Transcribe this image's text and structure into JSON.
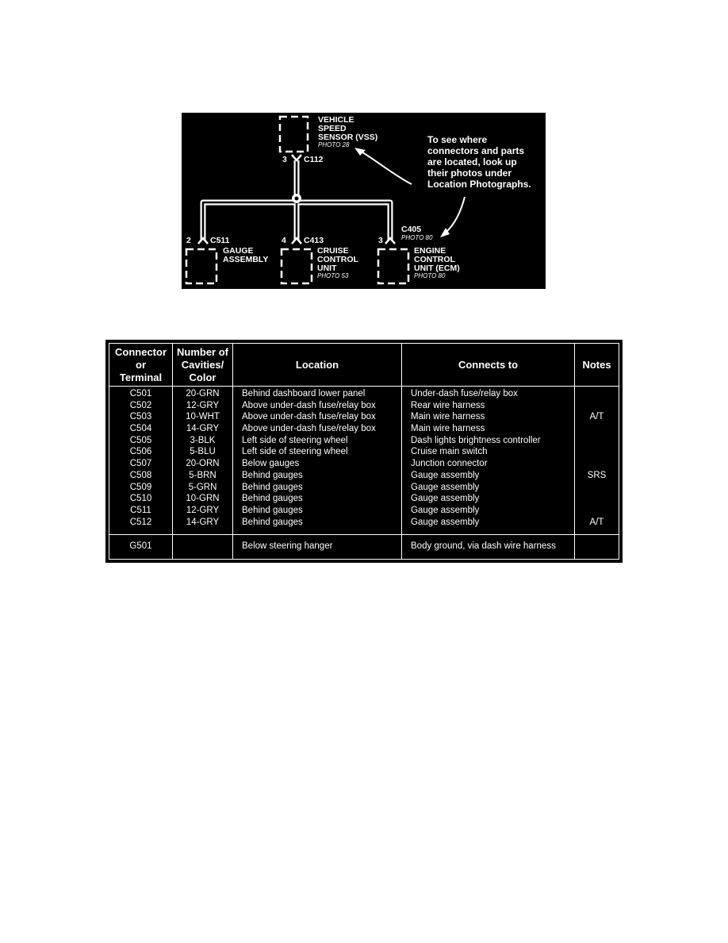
{
  "diagram": {
    "vss": {
      "lines": [
        "VEHICLE",
        "SPEED",
        "SENSOR (VSS)"
      ],
      "photo": "PHOTO 28",
      "pin": "3",
      "connector": "C112"
    },
    "gauge": {
      "lines": [
        "GAUGE",
        "ASSEMBLY"
      ],
      "pin": "2",
      "connector": "C511"
    },
    "cruise": {
      "lines": [
        "CRUISE",
        "CONTROL",
        "UNIT"
      ],
      "photo": "PHOTO 53",
      "pin": "4",
      "connector": "C413"
    },
    "ecm": {
      "lines": [
        "ENGINE",
        "CONTROL",
        "UNIT (ECM)"
      ],
      "photo": "PHOTO 80",
      "pin": "3",
      "connector": "C405",
      "connector_photo": "PHOTO 80"
    },
    "note": [
      "To see where",
      "connectors and parts",
      "are located, look up",
      "their photos  under",
      "Location Photographs."
    ]
  },
  "table": {
    "headers": {
      "connector": "Connector\nor\nTerminal",
      "cavities": "Number of\nCavities/\nColor",
      "location": "Location",
      "connects": "Connects to",
      "notes": "Notes"
    },
    "connectors": [
      "C501",
      "C502",
      "C503",
      "C504",
      "C505",
      "C506",
      "C507",
      "C508",
      "C509",
      "C510",
      "C511",
      "C512"
    ],
    "cavities": [
      "20-GRN",
      "12-GRY",
      "10-WHT",
      "14-GRY",
      "3-BLK",
      "5-BLU",
      "20-ORN",
      "5-BRN",
      "5-GRN",
      "10-GRN",
      "12-GRY",
      "14-GRY"
    ],
    "locations": [
      "Behind dashboard lower panel",
      "Above under-dash fuse/relay box",
      "Above under-dash fuse/relay box",
      "Above under-dash fuse/relay box",
      "Left side of steering wheel",
      "Left side of steering wheel",
      "Below gauges",
      "Behind gauges",
      "Behind gauges",
      "Behind gauges",
      "Behind gauges",
      "Behind gauges"
    ],
    "connects_to": [
      "Under-dash fuse/relay box",
      "Rear wire harness",
      "Main wire harness",
      "Main wire harness",
      "Dash lights brightness controller",
      "Cruise main switch",
      "Junction connector",
      "Gauge assembly",
      "Gauge assembly",
      "Gauge assembly",
      "Gauge assembly",
      "Gauge assembly"
    ],
    "notes": [
      "",
      "",
      "A/T",
      "",
      "",
      "",
      "",
      "SRS",
      "",
      "",
      "",
      "A/T"
    ],
    "ground": {
      "terminal": "G501",
      "cavities": "",
      "location": "Below steering hanger",
      "connects_to": "Body ground, via dash wire harness",
      "notes": ""
    }
  }
}
